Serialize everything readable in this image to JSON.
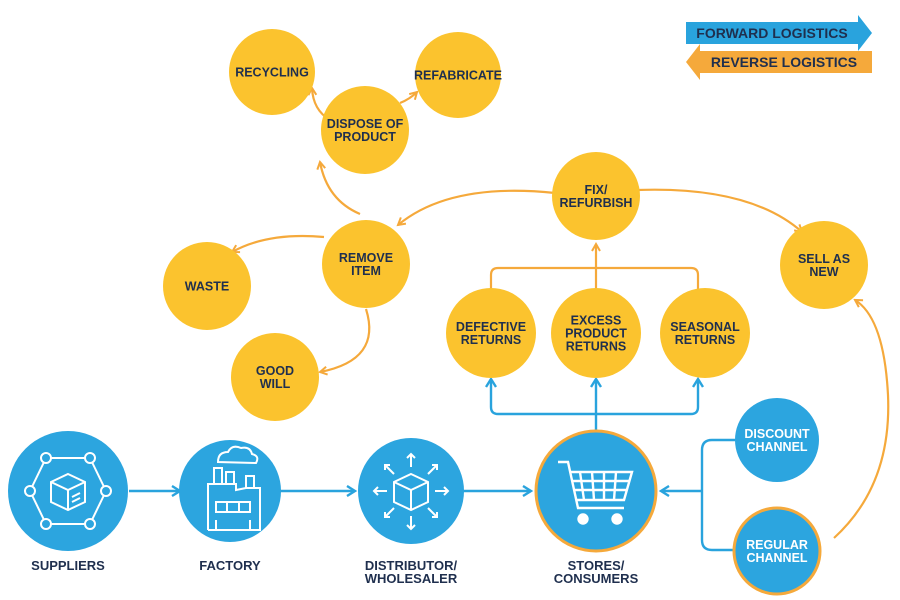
{
  "colors": {
    "forward": "#29a3dd",
    "reverse": "#f5a93b",
    "node_yellow": "#fbc32e",
    "node_blue": "#2ca5df",
    "text_dark": "#1f2f4e"
  },
  "legend": {
    "forward": "FORWARD LOGISTICS",
    "reverse": "REVERSE LOGISTICS"
  },
  "reverse_nodes": {
    "recycling": [
      "RECYCLING"
    ],
    "refabricate": [
      "REFABRICATE"
    ],
    "dispose": [
      "DISPOSE OF",
      "PRODUCT"
    ],
    "remove": [
      "REMOVE",
      "ITEM"
    ],
    "waste": [
      "WASTE"
    ],
    "goodwill": [
      "GOOD",
      "WILL"
    ],
    "fix": [
      "FIX/",
      "REFURBISH"
    ],
    "sell": [
      "SELL AS",
      "NEW"
    ],
    "defective": [
      "DEFECTIVE",
      "RETURNS"
    ],
    "excess": [
      "EXCESS",
      "PRODUCT",
      "RETURNS"
    ],
    "seasonal": [
      "SEASONAL",
      "RETURNS"
    ]
  },
  "channels": {
    "discount": [
      "DISCOUNT",
      "CHANNEL"
    ],
    "regular": [
      "REGULAR",
      "CHANNEL"
    ]
  },
  "chain": {
    "suppliers": [
      "SUPPLIERS"
    ],
    "factory": [
      "FACTORY"
    ],
    "distributor": [
      "DISTRIBUTOR/",
      "WHOLESALER"
    ],
    "stores": [
      "STORES/",
      "CONSUMERS"
    ]
  },
  "icons": {
    "suppliers": "network-box-icon",
    "factory": "factory-icon",
    "distributor": "distribution-box-icon",
    "stores": "shopping-cart-icon"
  }
}
